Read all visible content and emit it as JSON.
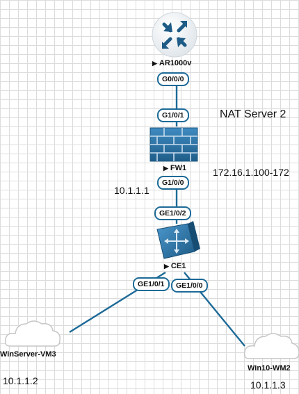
{
  "devices": {
    "router": {
      "name": "AR1000v"
    },
    "firewall": {
      "name": "FW1"
    },
    "switch": {
      "name": "CE1"
    },
    "cloud_left": {
      "name": "WinServer-VM3"
    },
    "cloud_right": {
      "name": "Win10-WM2"
    }
  },
  "ports": {
    "router_g0": "G0/0/0",
    "fw_g1_0_1": "G1/0/1",
    "fw_g1_0_0": "G1/0/0",
    "ce_ge1_0_2": "GE1/0/2",
    "ce_ge1_0_1": "GE1/0/1",
    "ce_ge1_0_0": "GE1/0/0"
  },
  "annotations": {
    "nat_server": "NAT Server 2",
    "ip_range": "172.16.1.100-172",
    "fw_ip": "10.1.1.1",
    "vm3_ip": "10.1.1.2",
    "wm2_ip": "10.1.1.3"
  },
  "colors": {
    "link": "#1d6a97",
    "device_dark": "#1d5c86",
    "device_light": "#3d89bf",
    "grid": "#dcdcdc",
    "cloud_fill": "#ffffff",
    "cloud_stroke": "#c6c6c6"
  },
  "icons": {
    "router": "router-icon",
    "firewall": "firewall-icon",
    "switch": "switch-icon",
    "cloud": "cloud-icon"
  }
}
